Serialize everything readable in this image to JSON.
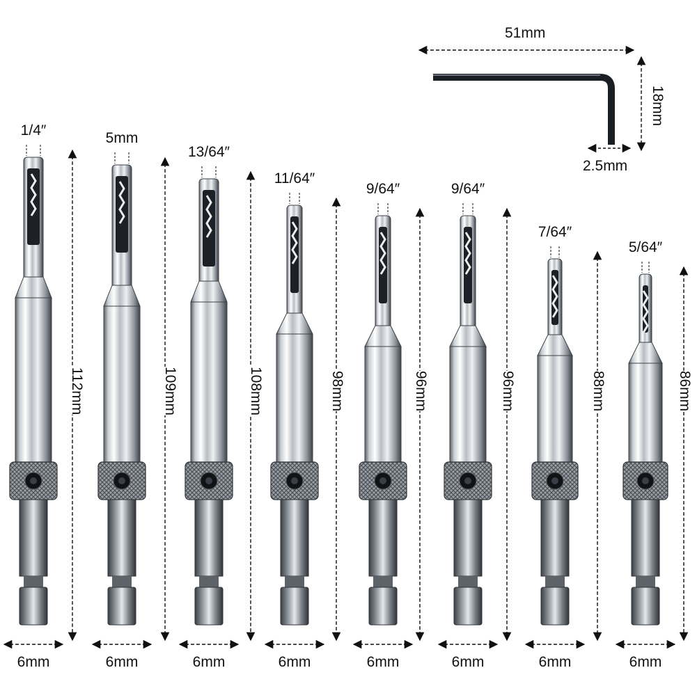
{
  "bits": [
    {
      "tip": "1/4″",
      "length": "112mm",
      "shank": "6mm"
    },
    {
      "tip": "5mm",
      "length": "109mm",
      "shank": "6mm"
    },
    {
      "tip": "13/64″",
      "length": "108mm",
      "shank": "6mm"
    },
    {
      "tip": "11/64″",
      "length": "98mm",
      "shank": "6mm"
    },
    {
      "tip": "9/64″",
      "length": "96mm",
      "shank": "6mm"
    },
    {
      "tip": "9/64″",
      "length": "96mm",
      "shank": "6mm"
    },
    {
      "tip": "7/64″",
      "length": "88mm",
      "shank": "6mm"
    },
    {
      "tip": "5/64″",
      "length": "86mm",
      "shank": "6mm"
    }
  ],
  "hex_key": {
    "length": "51mm",
    "height": "18mm",
    "size": "2.5mm"
  },
  "colors": {
    "background": "#ffffff",
    "steel_light": "#f4f6f8",
    "steel_dark": "#4a4f55",
    "dimension_line": "#111111"
  }
}
